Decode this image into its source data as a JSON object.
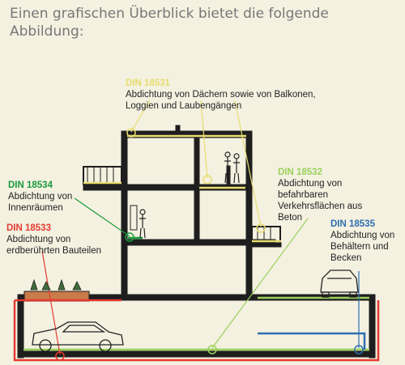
{
  "intro": "Einen grafischen Überblick bietet die folgende Abbildung:",
  "colors": {
    "din_18531": "#e9dd70",
    "din_18532": "#9bd15b",
    "din_18533": "#e53a30",
    "din_18534": "#1a9a3c",
    "din_18535": "#2d6fb0",
    "structure": "#1e1e1e",
    "background": "#f4f1e1",
    "label_text": "#222222"
  },
  "labels": {
    "din_18531": {
      "code": "DIN 18531",
      "text": "Abdichtung von Dächern sowie von Balkonen, Loggien und Laubengängen"
    },
    "din_18534": {
      "code": "DIN 18534",
      "text": "Abdichtung von Innenräumen"
    },
    "din_18533": {
      "code": "DIN 18533",
      "text": "Abdichtung von erdberührten Bauteilen"
    },
    "din_18532": {
      "code": "DIN 18532",
      "text": "Abdichtung von befahrbaren Verkehrsflächen aus Beton"
    },
    "din_18535": {
      "code": "DIN 18535",
      "text": "Abdichtung von Behältern und Becken"
    }
  }
}
